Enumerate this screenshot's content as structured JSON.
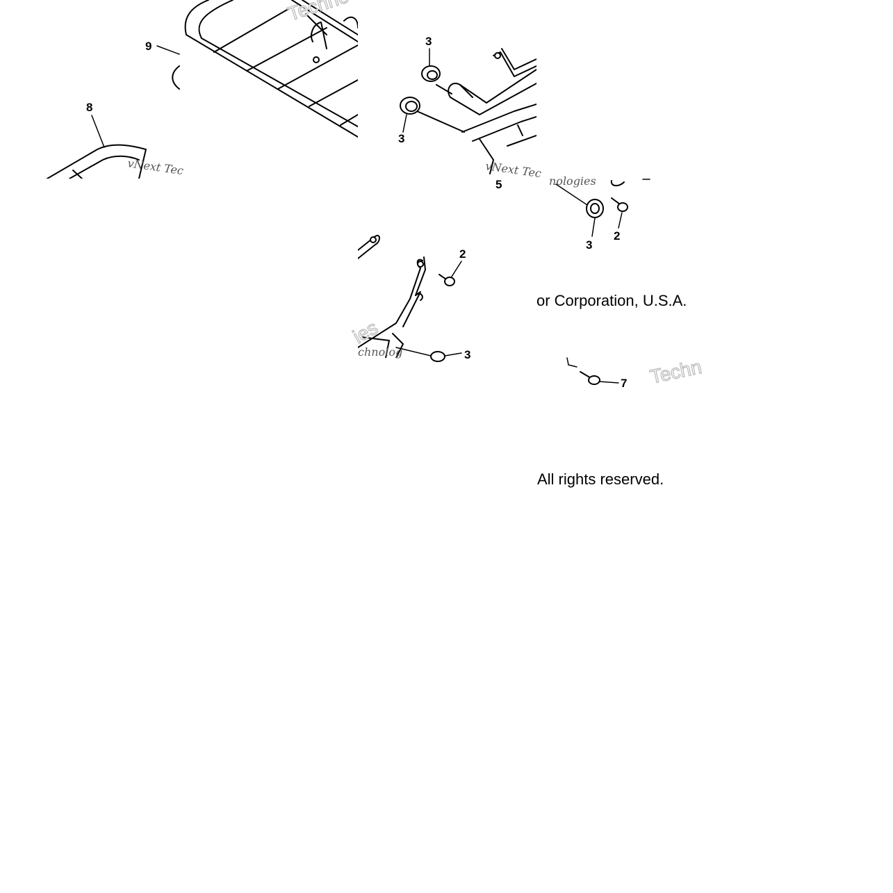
{
  "callouts": {
    "c9": "9",
    "c8": "8",
    "c3a": "3",
    "c3b": "3",
    "c5": "5",
    "c3c": "3",
    "c2a": "2",
    "c2b": "2",
    "c3d": "3",
    "c7": "7"
  },
  "watermarks": {
    "w1": "Techno",
    "w2": "vNext Tec",
    "w3": "vNext Tec",
    "w4": "nologies",
    "w5": "chnolog",
    "w6": "Techn",
    "w7": "ies"
  },
  "copyright": {
    "line1": "or Corporation, U.S.A.",
    "line2": "All rights reserved."
  },
  "colors": {
    "ink": "#000000",
    "background": "#ffffff",
    "watermark": "#b8b8b8"
  }
}
